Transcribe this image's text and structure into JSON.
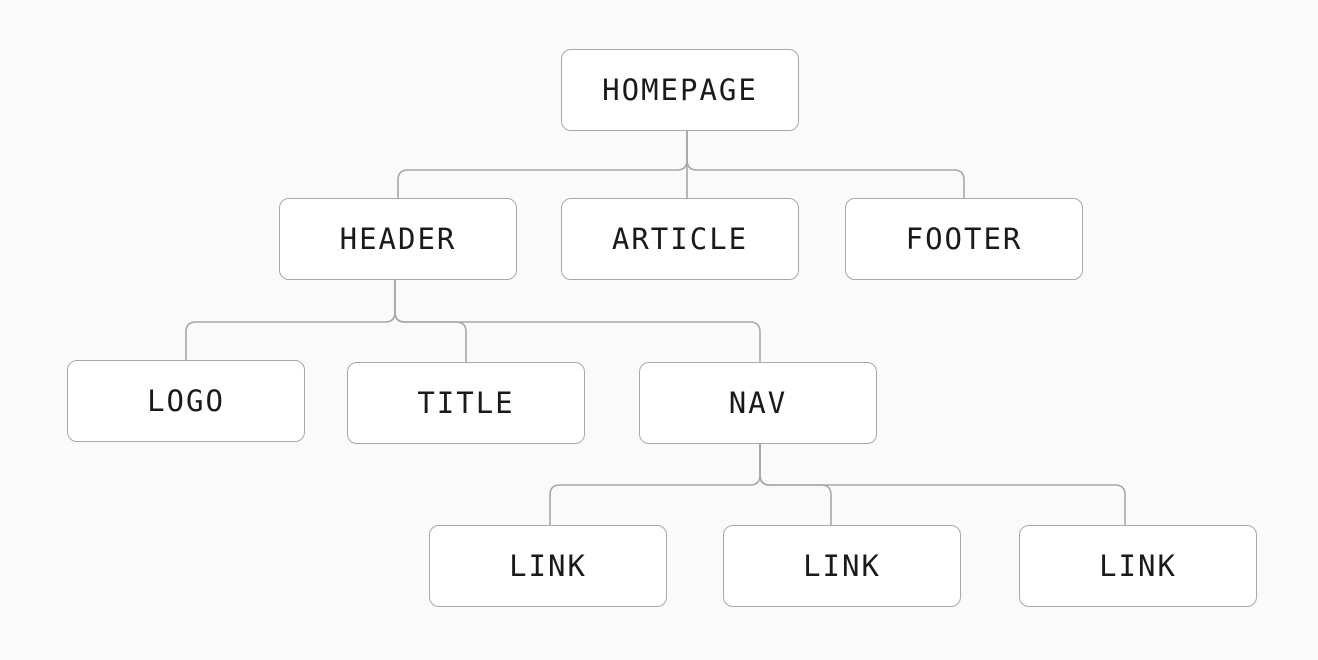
{
  "colors": {
    "background": "#fafafa",
    "node_fill": "#ffffff",
    "node_border": "#a8a8a8",
    "connector": "#a8a8a8",
    "text": "#1a1a1a"
  },
  "nodes": {
    "homepage": "HOMEPAGE",
    "header": "HEADER",
    "article": "ARTICLE",
    "footer": "FOOTER",
    "logo": "LOGO",
    "title": "TITLE",
    "nav": "NAV",
    "link_1": "LINK",
    "link_2": "LINK",
    "link_3": "LINK"
  },
  "edges": [
    [
      "homepage",
      "header"
    ],
    [
      "homepage",
      "article"
    ],
    [
      "homepage",
      "footer"
    ],
    [
      "header",
      "logo"
    ],
    [
      "header",
      "title"
    ],
    [
      "header",
      "nav"
    ],
    [
      "nav",
      "link_1"
    ],
    [
      "nav",
      "link_2"
    ],
    [
      "nav",
      "link_3"
    ]
  ]
}
